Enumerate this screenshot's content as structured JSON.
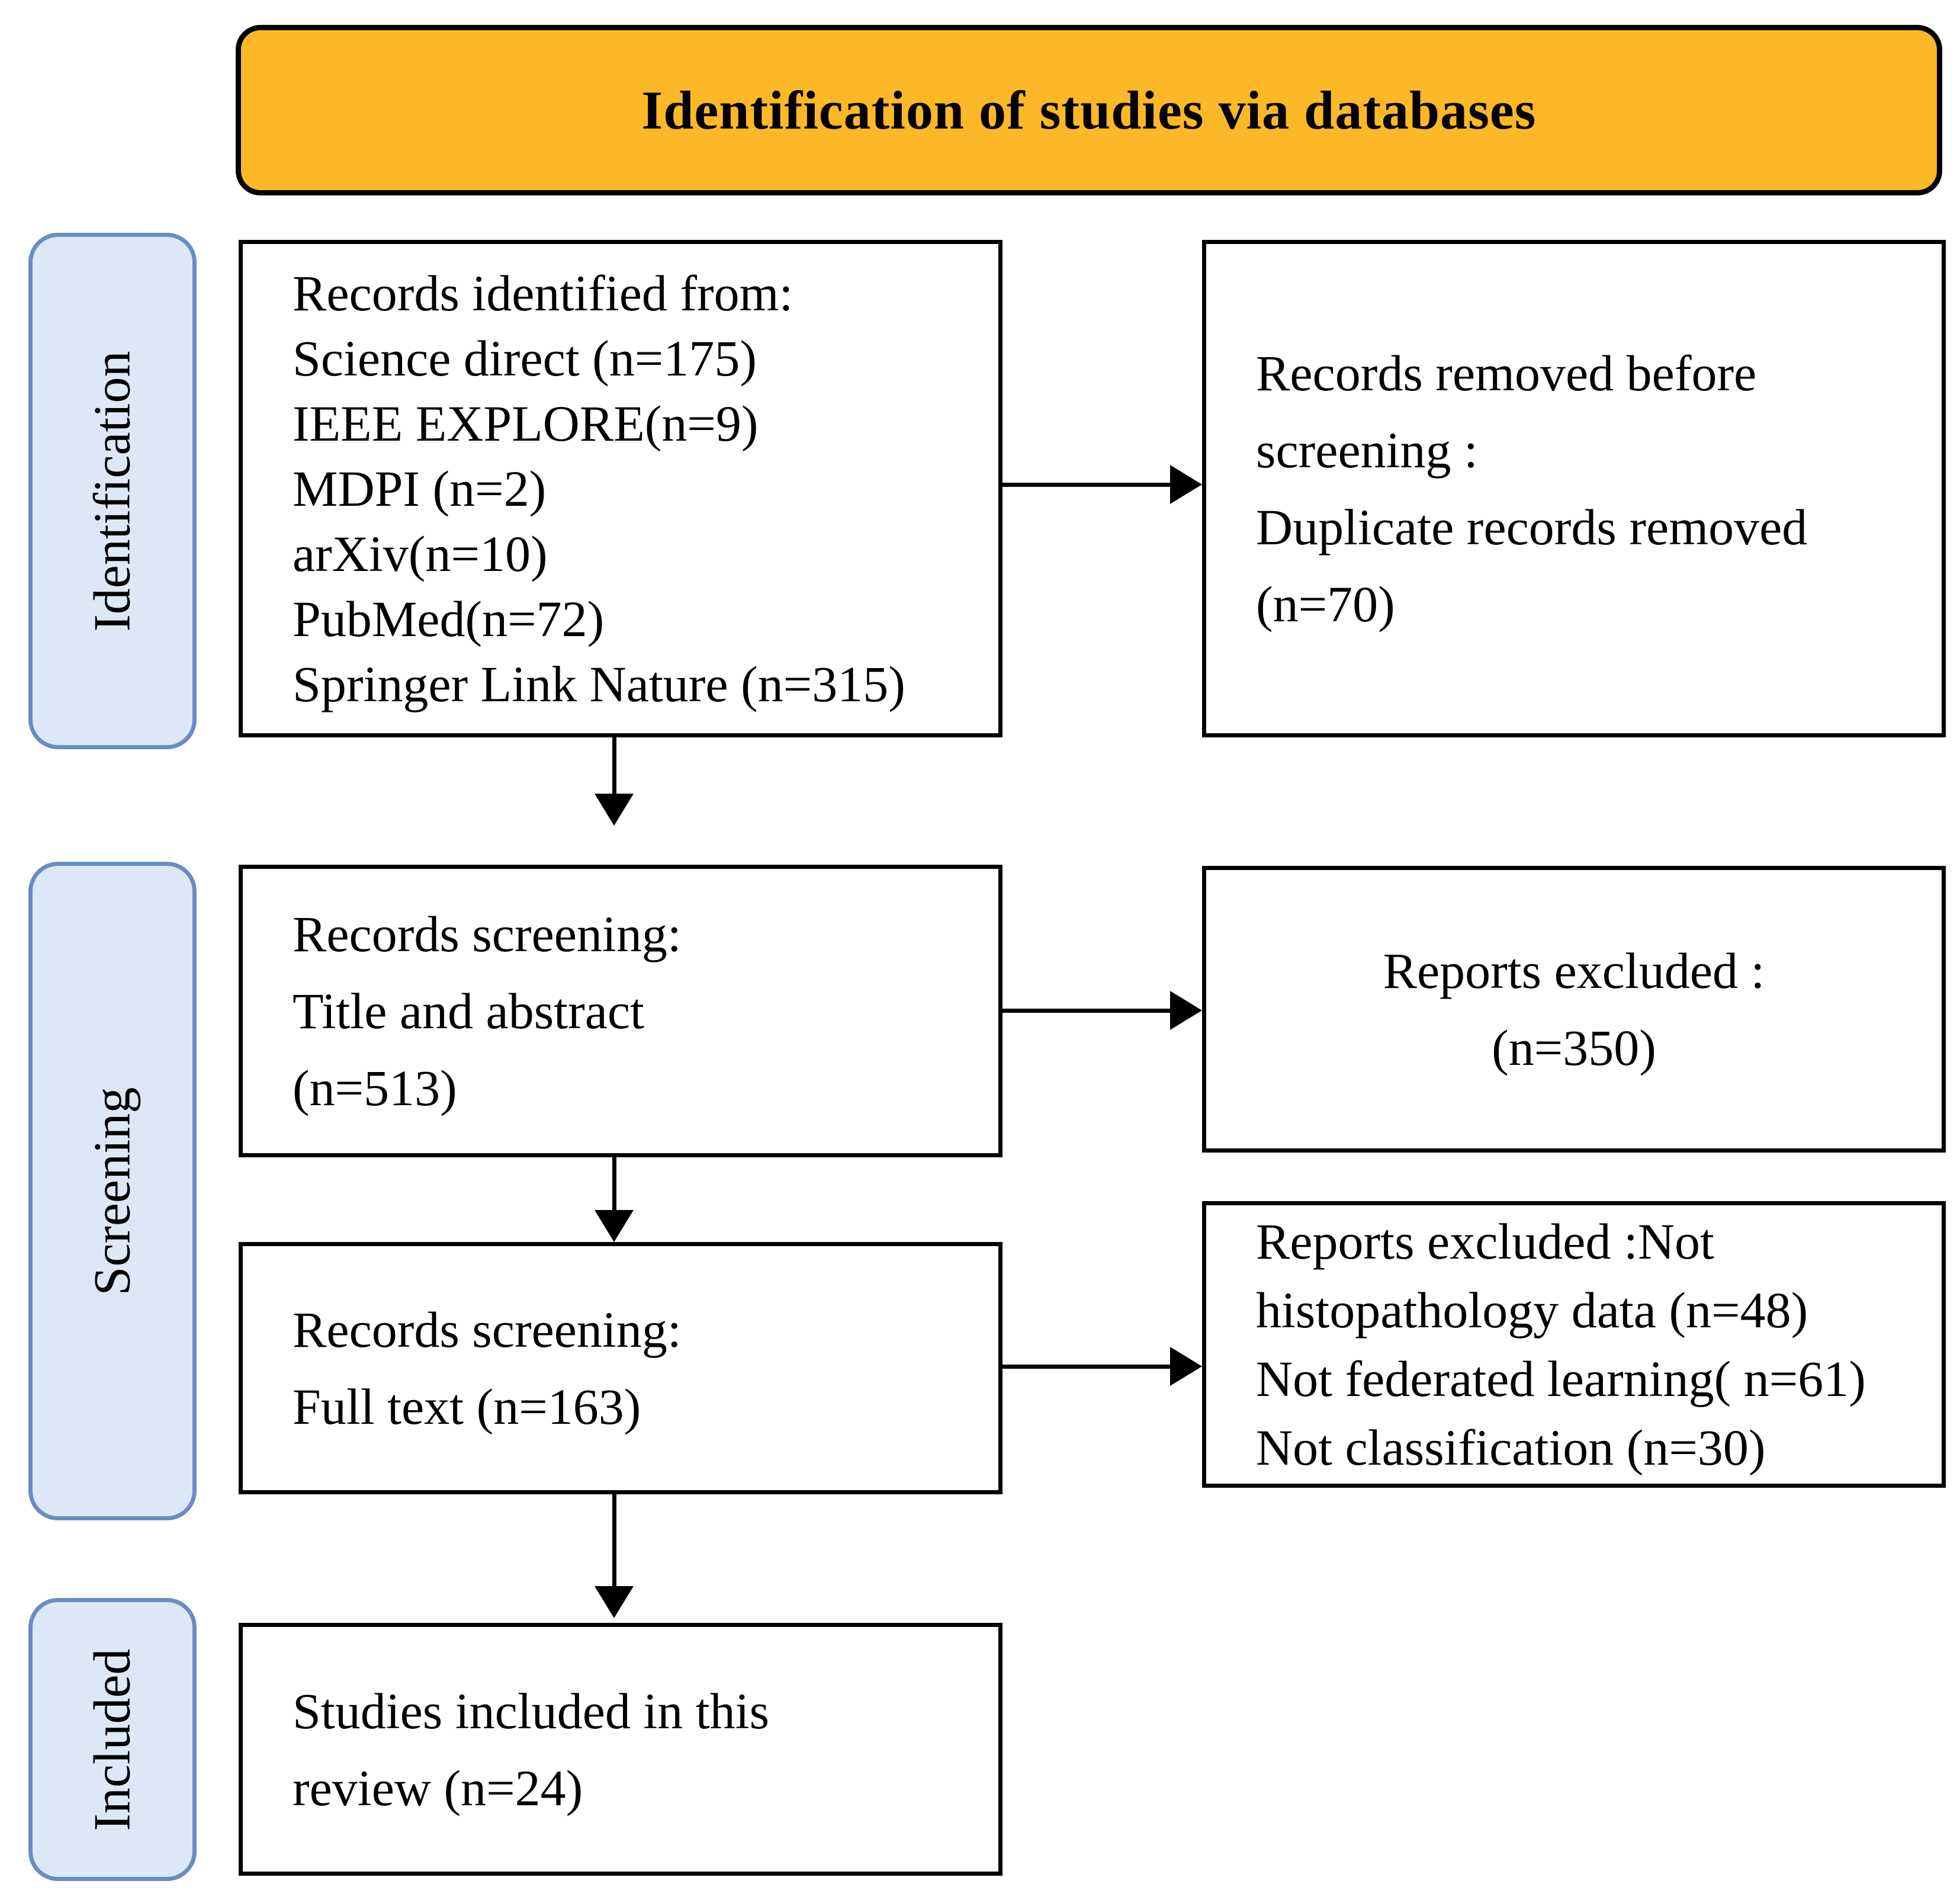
{
  "banner": {
    "title": "Identification of studies via databases"
  },
  "stages": [
    {
      "label": "Identification"
    },
    {
      "label": "Screening"
    },
    {
      "label": "Included"
    }
  ],
  "boxes": {
    "records_identified": {
      "lines": [
        "Records identified from:",
        "Science direct (n=175)",
        "IEEE EXPLORE(n=9)",
        "MDPI (n=2)",
        "arXiv(n=10)",
        "PubMed(n=72)",
        "Springer Link Nature (n=315)"
      ]
    },
    "records_removed": {
      "lines": [
        "Records removed before",
        "screening :",
        "Duplicate records removed",
        "(n=70)"
      ]
    },
    "screening_title_abstract": {
      "lines": [
        "Records screening:",
        "Title and abstract",
        "(n=513)"
      ]
    },
    "reports_excluded": {
      "lines": [
        "Reports excluded :",
        "(n=350)"
      ]
    },
    "screening_full_text": {
      "lines": [
        "Records screening:",
        "Full text (n=163)"
      ]
    },
    "full_text_excluded": {
      "lines": [
        "Reports excluded :Not",
        "histopathology data (n=48)",
        "Not federated learning( n=61)",
        "Not classification (n=30)"
      ]
    },
    "studies_included": {
      "lines": [
        "Studies included in this",
        "review (n=24)"
      ]
    }
  },
  "colors": {
    "banner_fill": "#FCB826",
    "banner_border": "#000000",
    "stage_fill": "#DCE8F8",
    "stage_border": "#688CC3",
    "box_border": "#000000",
    "arrow": "#000000",
    "background": "#FFFFFF"
  }
}
